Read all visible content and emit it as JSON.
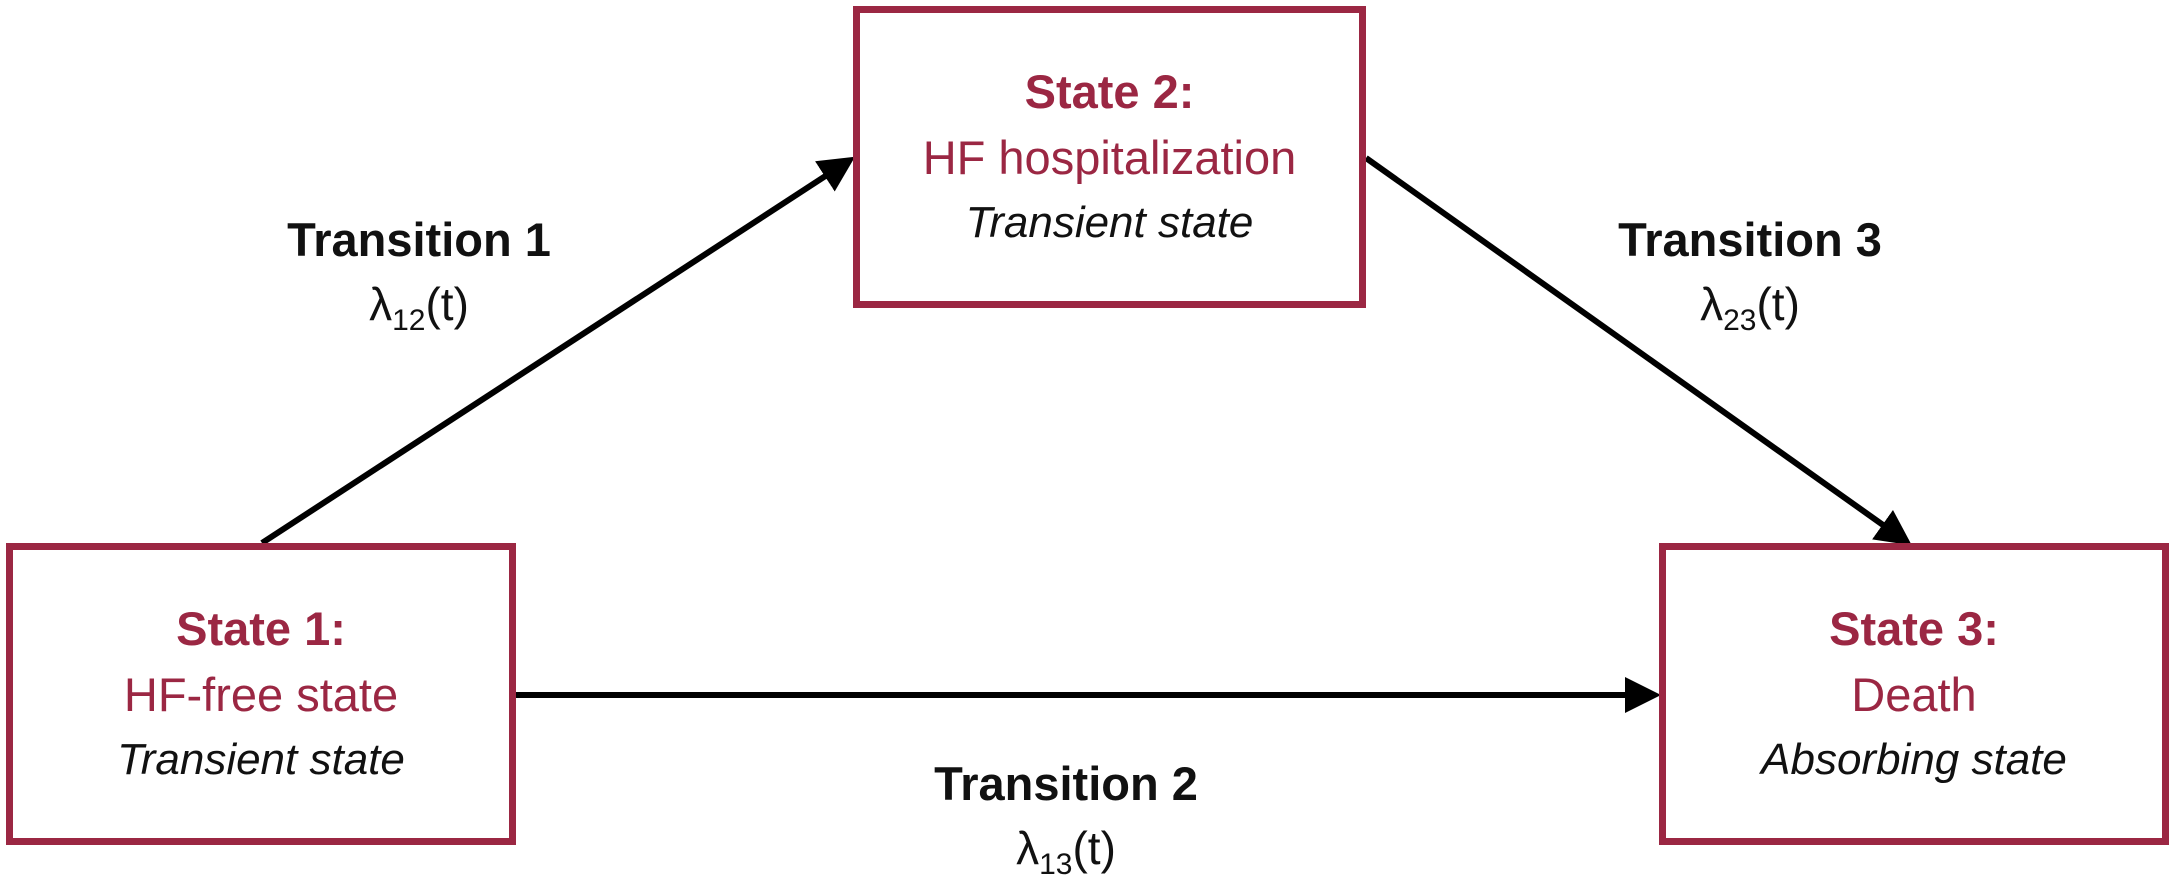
{
  "colors": {
    "accent": "#9b2743",
    "arrow": "#000000",
    "text": "#111111"
  },
  "states": [
    {
      "id": "state-1",
      "title": "State 1:",
      "name": "HF-free state",
      "type": "Transient state"
    },
    {
      "id": "state-2",
      "title": "State 2:",
      "name": "HF hospitalization",
      "type": "Transient state"
    },
    {
      "id": "state-3",
      "title": "State 3:",
      "name": "Death",
      "type": "Absorbing state"
    }
  ],
  "transitions": [
    {
      "from": "state-1",
      "to": "state-2",
      "label": "Transition 1",
      "rate_symbol": "λ",
      "rate_sub": "12",
      "rate_arg": "(t)"
    },
    {
      "from": "state-1",
      "to": "state-3",
      "label": "Transition 2",
      "rate_symbol": "λ",
      "rate_sub": "13",
      "rate_arg": "(t)"
    },
    {
      "from": "state-2",
      "to": "state-3",
      "label": "Transition 3",
      "rate_symbol": "λ",
      "rate_sub": "23",
      "rate_arg": "(t)"
    }
  ]
}
